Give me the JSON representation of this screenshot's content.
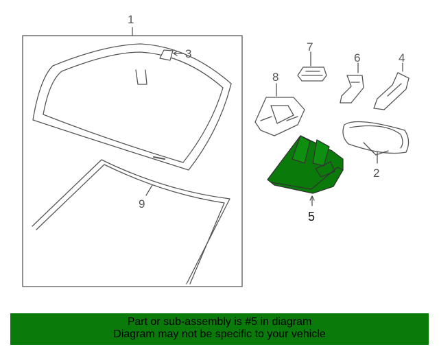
{
  "diagram": {
    "callouts": [
      {
        "id": "1",
        "label": "1"
      },
      {
        "id": "2",
        "label": "2"
      },
      {
        "id": "3",
        "label": "3"
      },
      {
        "id": "4",
        "label": "4"
      },
      {
        "id": "5",
        "label": "5",
        "highlighted": true
      },
      {
        "id": "6",
        "label": "6"
      },
      {
        "id": "7",
        "label": "7"
      },
      {
        "id": "8",
        "label": "8"
      },
      {
        "id": "9",
        "label": "9"
      }
    ],
    "highlight_color": "#0a7a0a",
    "line_color": "#555555"
  },
  "banner": {
    "line1": "Part or sub-assembly is #5 in diagram",
    "line2": "Diagram may not be specific to your vehicle",
    "background": "#0a7a0a"
  }
}
